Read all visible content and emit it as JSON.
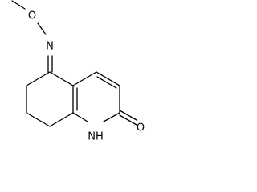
{
  "molecule": {
    "atoms": {
      "oxime_oxygen": "O",
      "oxime_nitrogen": "N",
      "ring_nh": "NH",
      "carbonyl_oxygen": "O"
    },
    "colors": {
      "bond": "#000000",
      "label": "#000000",
      "background": "#ffffff"
    }
  }
}
